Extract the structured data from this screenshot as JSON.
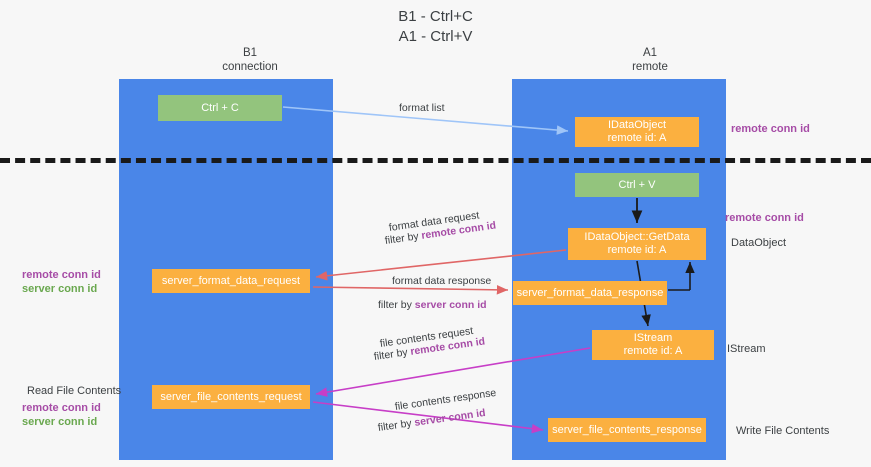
{
  "title": "B1 - Ctrl+C\nA1 - Ctrl+V",
  "columns": {
    "left": "B1\nconnection",
    "right": "A1\nremote"
  },
  "nodes": {
    "ctrl_c": "Ctrl + C",
    "idataobject": "IDataObject\nremote id: A",
    "ctrl_v": "Ctrl + V",
    "getdata": "IDataObject::GetData\nremote id: A",
    "server_format_data_request": "server_format_data_request",
    "server_format_data_response": "server_format_data_response",
    "istream": "IStream\nremote id: A",
    "server_file_contents_request": "server_file_contents_request",
    "server_file_contents_response": "server_file_contents_response"
  },
  "edge_labels": {
    "format_list": "format list",
    "format_data_request": "format data request",
    "filter_by": "filter by ",
    "remote_conn_id": "remote conn id",
    "server_conn_id": "server conn id",
    "format_data_response": "format data response",
    "file_contents_request": "file contents request",
    "file_contents_response": "file contents response"
  },
  "annotations": {
    "remote_conn_id_top": "remote conn id",
    "remote_conn_id_mid": "remote conn id",
    "dataobject": "DataObject",
    "istream": "IStream",
    "write_file_contents": "Write File Contents",
    "read_file_contents": "Read File Contents",
    "remote_conn_id": "remote conn id",
    "server_conn_id": "server conn id"
  },
  "colors": {
    "lane": "#4a86e8",
    "green_node": "#93c47d",
    "orange_node": "#fbb040",
    "purple_accent": "#a64ca6",
    "green_accent": "#6aa84f",
    "arrow_blue": "#9fc5f8",
    "arrow_red": "#e06666",
    "arrow_magenta": "#c73ec7",
    "arrow_black": "#1a1a1a",
    "background": "#f7f7f7"
  }
}
